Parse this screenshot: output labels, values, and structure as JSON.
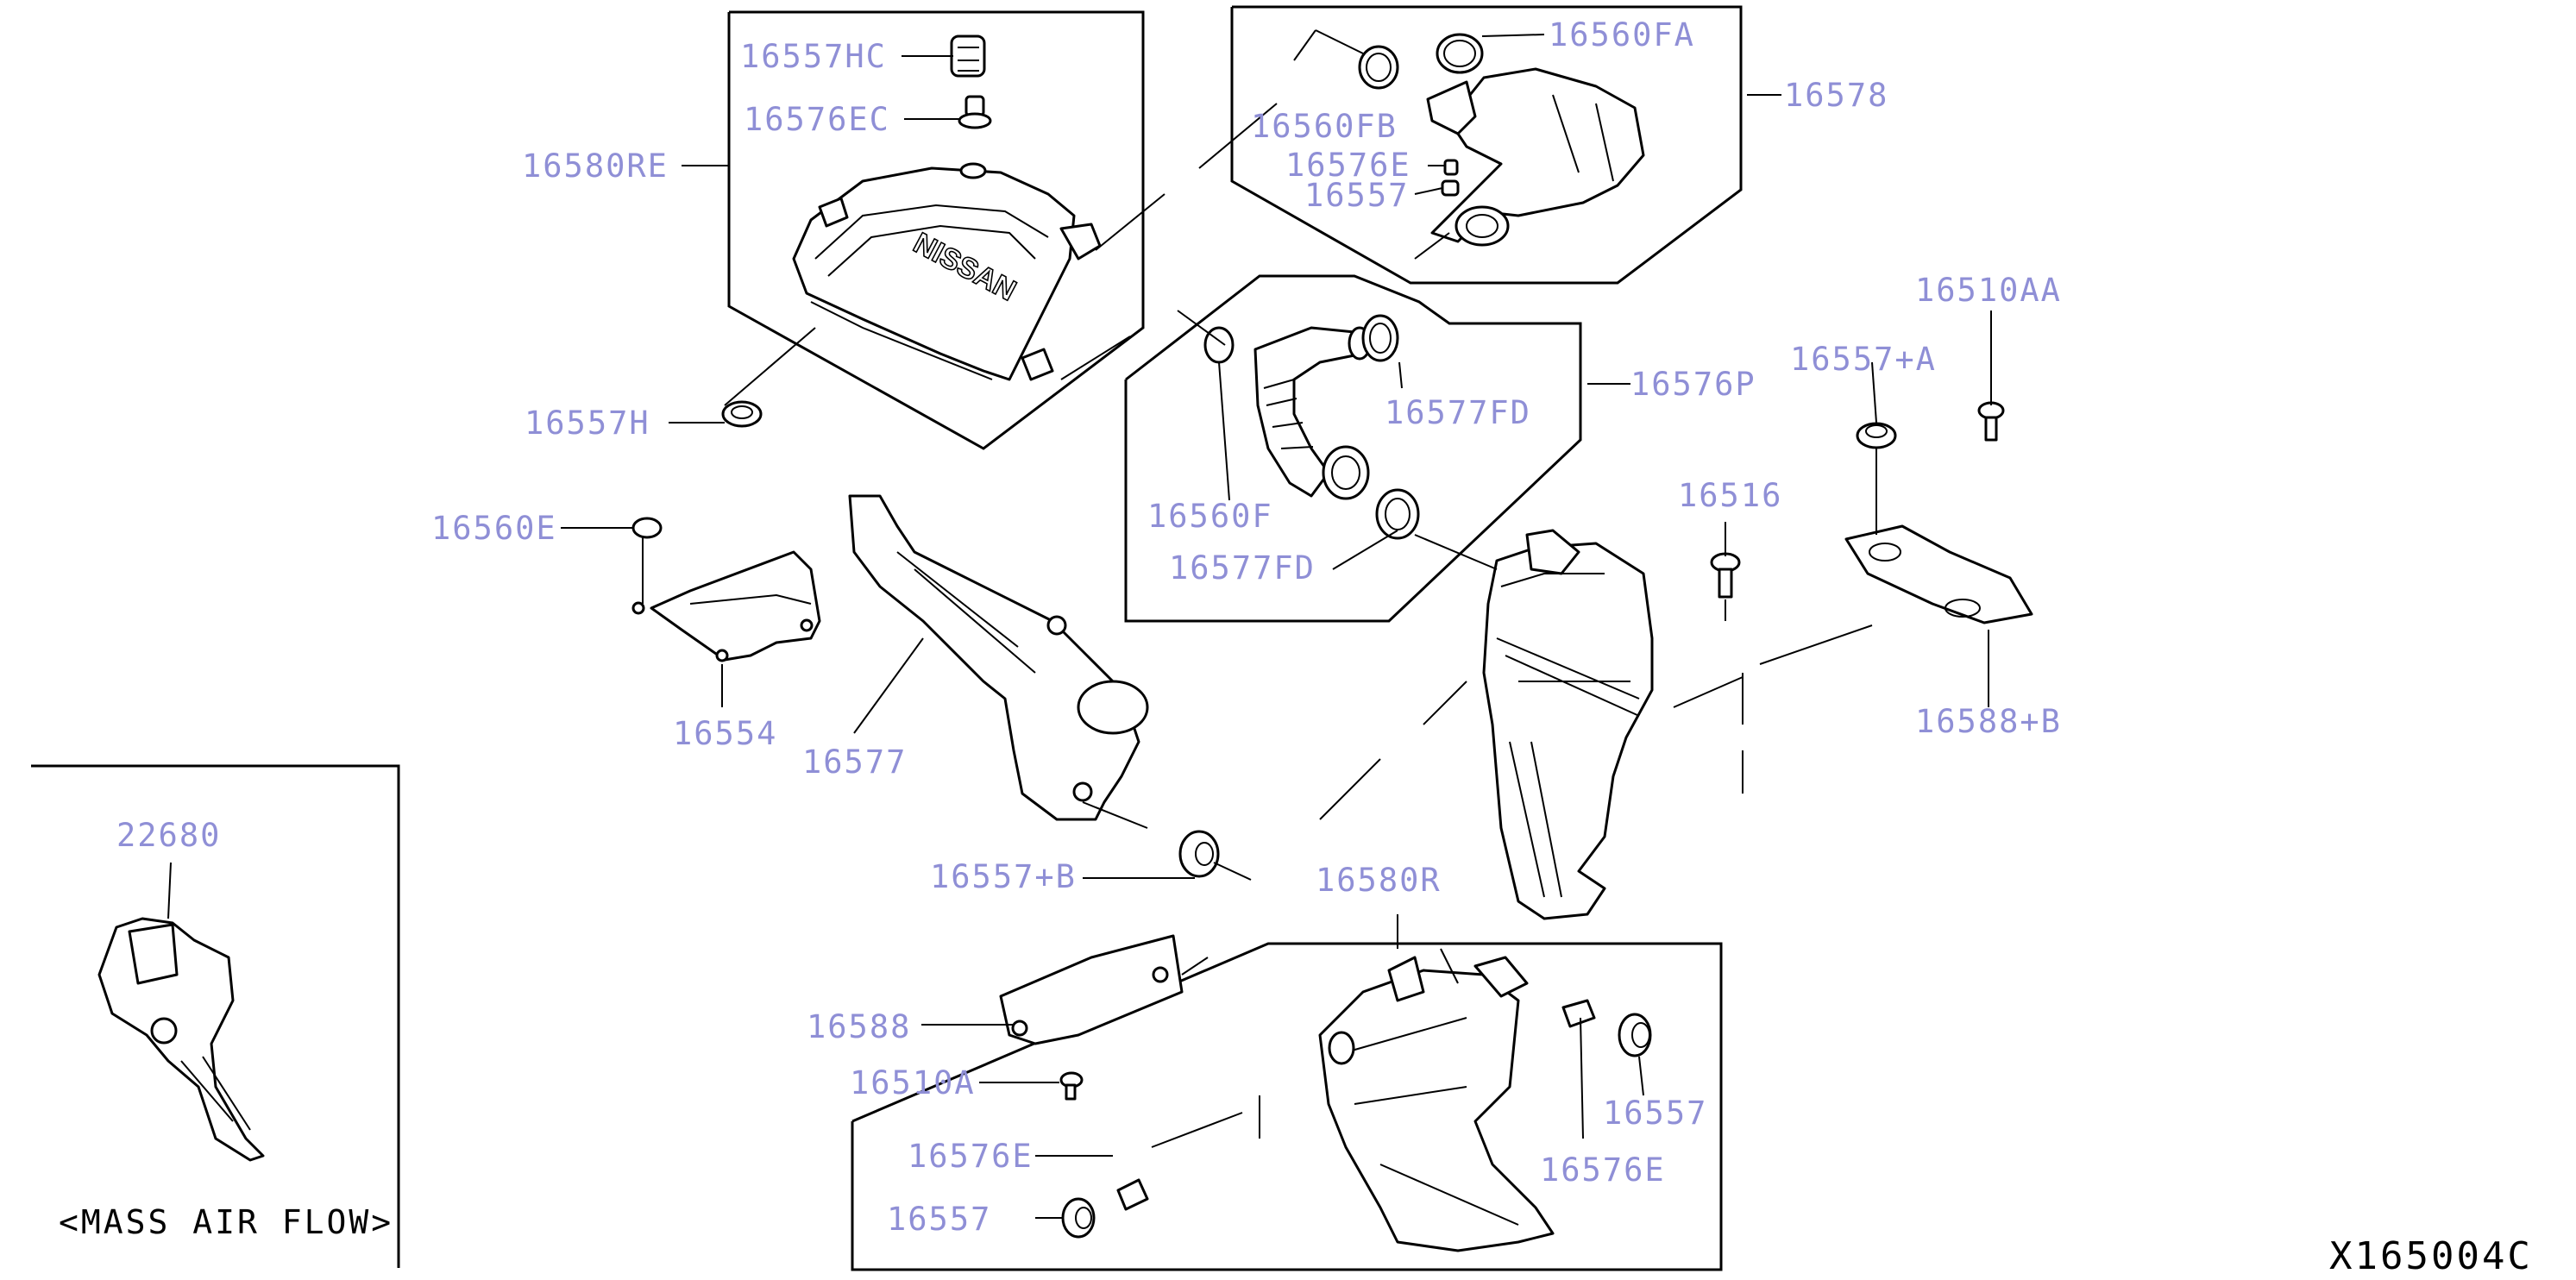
{
  "diagram_id": "X165004C",
  "inset_caption": "<MASS AIR FLOW>",
  "cover_logo_text": "NISSAN",
  "label_color": "#8f8fd6",
  "labels": {
    "p16557HC": "16557HC",
    "p16576EC": "16576EC",
    "p16580RE": "16580RE",
    "p16557H": "16557H",
    "p16560FA": "16560FA",
    "p16578": "16578",
    "p16560FB": "16560FB",
    "p16576E_top": "16576E",
    "p16557_top": "16557",
    "p16576P": "16576P",
    "p16577FD_a": "16577FD",
    "p16560F": "16560F",
    "p16577FD_b": "16577FD",
    "p16510AA": "16510AA",
    "p16557A": "16557+A",
    "p16516": "16516",
    "p16588B": "16588+B",
    "p16560E": "16560E",
    "p16554": "16554",
    "p16577": "16577",
    "p16557B": "16557+B",
    "p16580R": "16580R",
    "p22680": "22680",
    "p16588": "16588",
    "p16510A": "16510A",
    "p16576E_right": "16576E",
    "p16557_right": "16557",
    "p16576E_bottom": "16576E",
    "p16557_bottom": "16557"
  }
}
